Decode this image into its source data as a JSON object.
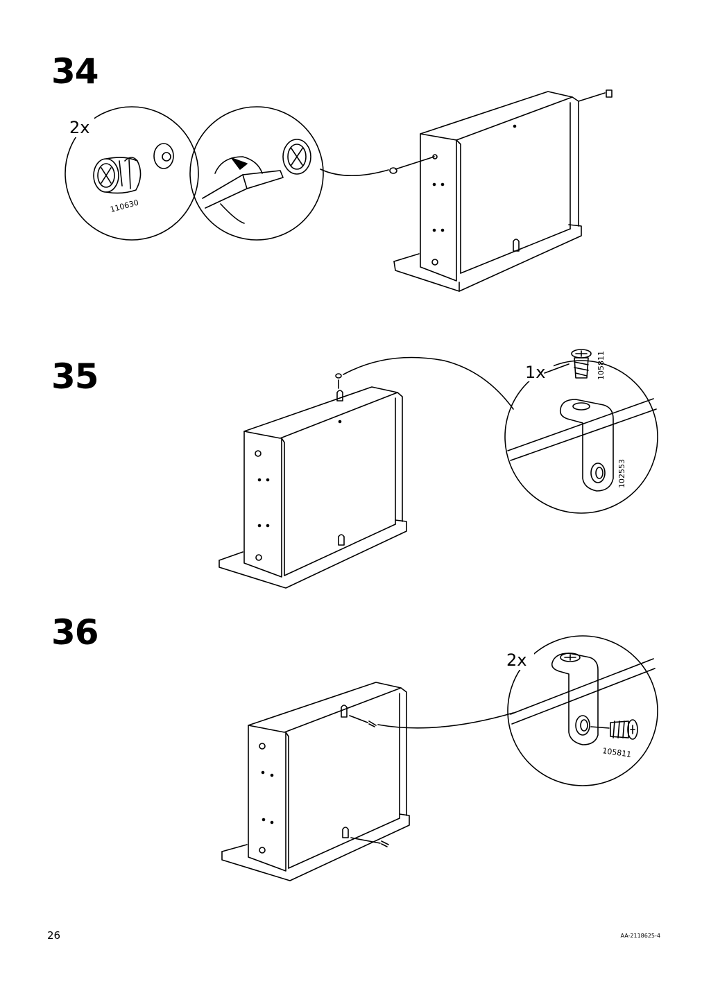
{
  "page": {
    "page_number": "26",
    "document_code": "AA-2118625-4"
  },
  "steps": [
    {
      "number": "34",
      "quantity": "2x",
      "part_numbers": [
        "110630"
      ]
    },
    {
      "number": "35",
      "quantity": "1x",
      "part_numbers": [
        "105811",
        "102553"
      ]
    },
    {
      "number": "36",
      "quantity": "2x",
      "part_numbers": [
        "105811"
      ]
    }
  ],
  "icons": [
    "cam-lock-icon",
    "screwdriver-icon",
    "screw-icon",
    "angle-bracket-icon"
  ]
}
